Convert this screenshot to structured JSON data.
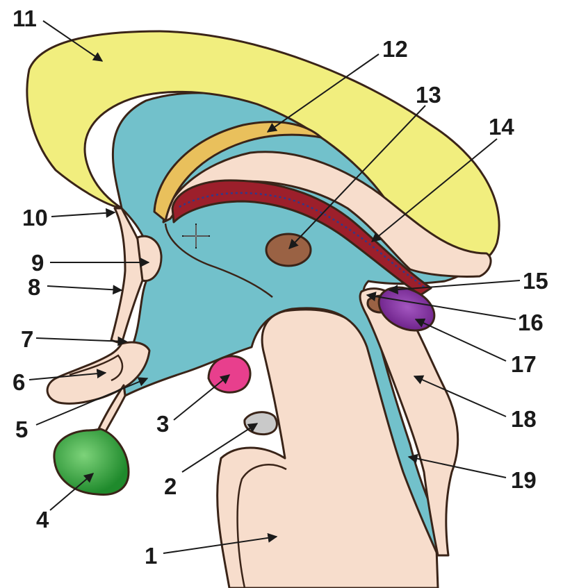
{
  "diagram": {
    "colors": {
      "ventricle": "#72c1cb",
      "tissue": "#f7ddcc",
      "corpus_callosum": "#f1ee7e",
      "fornix": "#e9c05c",
      "choroid_plexus": "#9c1f2b",
      "interthalamic_adhesion": "#9a6244",
      "mammillary_body": "#e83f8d",
      "pituitary": "#2e9a3a",
      "pineal_body": "#7e3096",
      "outline": "#3a2418"
    },
    "labels": [
      {
        "id": "1",
        "text": "1"
      },
      {
        "id": "2",
        "text": "2"
      },
      {
        "id": "3",
        "text": "3"
      },
      {
        "id": "4",
        "text": "4"
      },
      {
        "id": "5",
        "text": "5"
      },
      {
        "id": "6",
        "text": "6"
      },
      {
        "id": "7",
        "text": "7"
      },
      {
        "id": "8",
        "text": "8"
      },
      {
        "id": "9",
        "text": "9"
      },
      {
        "id": "10",
        "text": "10"
      },
      {
        "id": "11",
        "text": "11"
      },
      {
        "id": "12",
        "text": "12"
      },
      {
        "id": "13",
        "text": "13"
      },
      {
        "id": "14",
        "text": "14"
      },
      {
        "id": "15",
        "text": "15"
      },
      {
        "id": "16",
        "text": "16"
      },
      {
        "id": "17",
        "text": "17"
      },
      {
        "id": "18",
        "text": "18"
      },
      {
        "id": "19",
        "text": "19"
      }
    ]
  }
}
